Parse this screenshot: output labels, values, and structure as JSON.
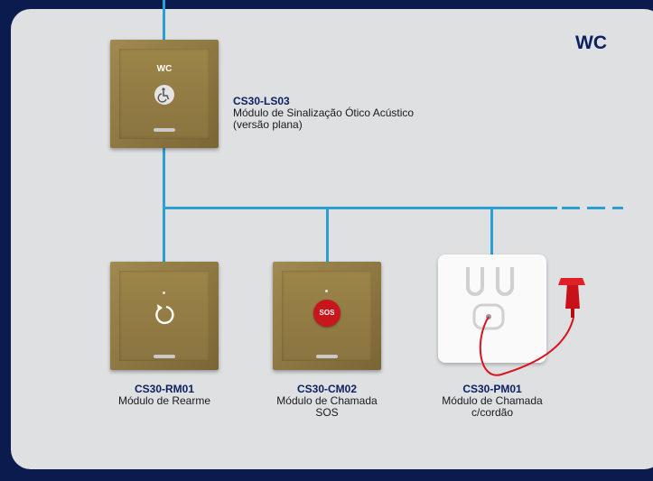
{
  "diagram": {
    "title": "WC",
    "top_device": {
      "label": "WC",
      "icon": "wheelchair-icon",
      "code": "CS30-LS03",
      "desc_line1": "Módulo de Sinalização Ótico Acústico",
      "desc_line2": "(versão plana)"
    },
    "devices": [
      {
        "code": "CS30-RM01",
        "desc_line1": "Módulo de Rearme",
        "desc_line2": "",
        "icon": "reset-arrow-icon"
      },
      {
        "code": "CS30-CM02",
        "desc_line1": "Módulo de Chamada",
        "desc_line2": "SOS",
        "button_label": "SOS"
      },
      {
        "code": "CS30-PM01",
        "desc_line1": "Módulo de Chamada",
        "desc_line2": "c/cordão",
        "icon": "pull-cord-icon"
      }
    ],
    "colors": {
      "wire": "#2aa0d6",
      "title": "#0d2161",
      "sos_button": "#c8161d",
      "cord": "#d9141c"
    }
  }
}
